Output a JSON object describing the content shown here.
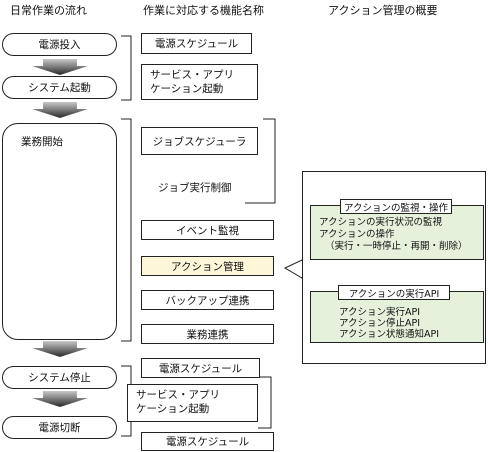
{
  "headers": {
    "flow": "日常作業の流れ",
    "functions": "作業に対応する機能名称",
    "overview": "アクション管理の概要"
  },
  "flow": {
    "power_on": "電源投入",
    "system_start": "システム起動",
    "business_start": "業務開始",
    "system_stop": "システム停止",
    "power_off": "電源切断"
  },
  "functions": {
    "power_schedule_1": "電源スケジュール",
    "service_app_start_1_line1": "サービス・アプリ",
    "service_app_start_1_line2": "ケーション起動",
    "job_scheduler": "ジョブスケジューラ",
    "job_exec_control": "ジョブ実行制御",
    "event_monitor": "イベント監視",
    "action_management": "アクション管理",
    "backup_link": "バックアップ連携",
    "business_link": "業務連携",
    "power_schedule_2": "電源スケジュール",
    "service_app_start_2_line1": "サービス・アプリ",
    "service_app_start_2_line2": "ケーション起動",
    "power_schedule_3": "電源スケジュール"
  },
  "overview": {
    "monitor_title": "アクションの監視・操作",
    "monitor_line1": "アクションの実行状況の監視",
    "monitor_line2": "アクションの操作",
    "monitor_line3": "（実行・一時停止・再開・削除）",
    "api_title": "アクションの実行API",
    "api_line1": "アクション実行API",
    "api_line2": "アクション停止API",
    "api_line3": "アクション状態通知API"
  },
  "colors": {
    "highlight": "#fef6d9",
    "green_panel": "#e6f1db",
    "arrow_dark": "#2a2a2a",
    "arrow_light": "#c8c8c8"
  }
}
